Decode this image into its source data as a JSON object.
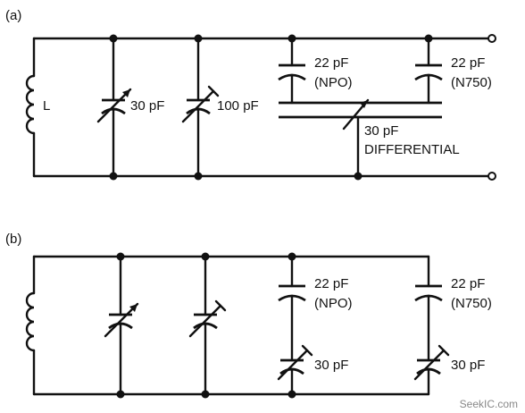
{
  "panel_a": {
    "label": "(a)",
    "inductor": "L",
    "c1": "30 pF",
    "c2": "100 pF",
    "c3_value": "22 pF",
    "c3_type": "(NPO)",
    "c4_value": "22 pF",
    "c4_type": "(N750)",
    "diff_value": "30 pF",
    "diff_type": "DIFFERENTIAL"
  },
  "panel_b": {
    "label": "(b)",
    "c3_value": "22 pF",
    "c3_type": "(NPO)",
    "c4_value": "22 pF",
    "c4_type": "(N750)",
    "trim1": "30 pF",
    "trim2": "30 pF"
  },
  "watermark": "SeekIC.com"
}
